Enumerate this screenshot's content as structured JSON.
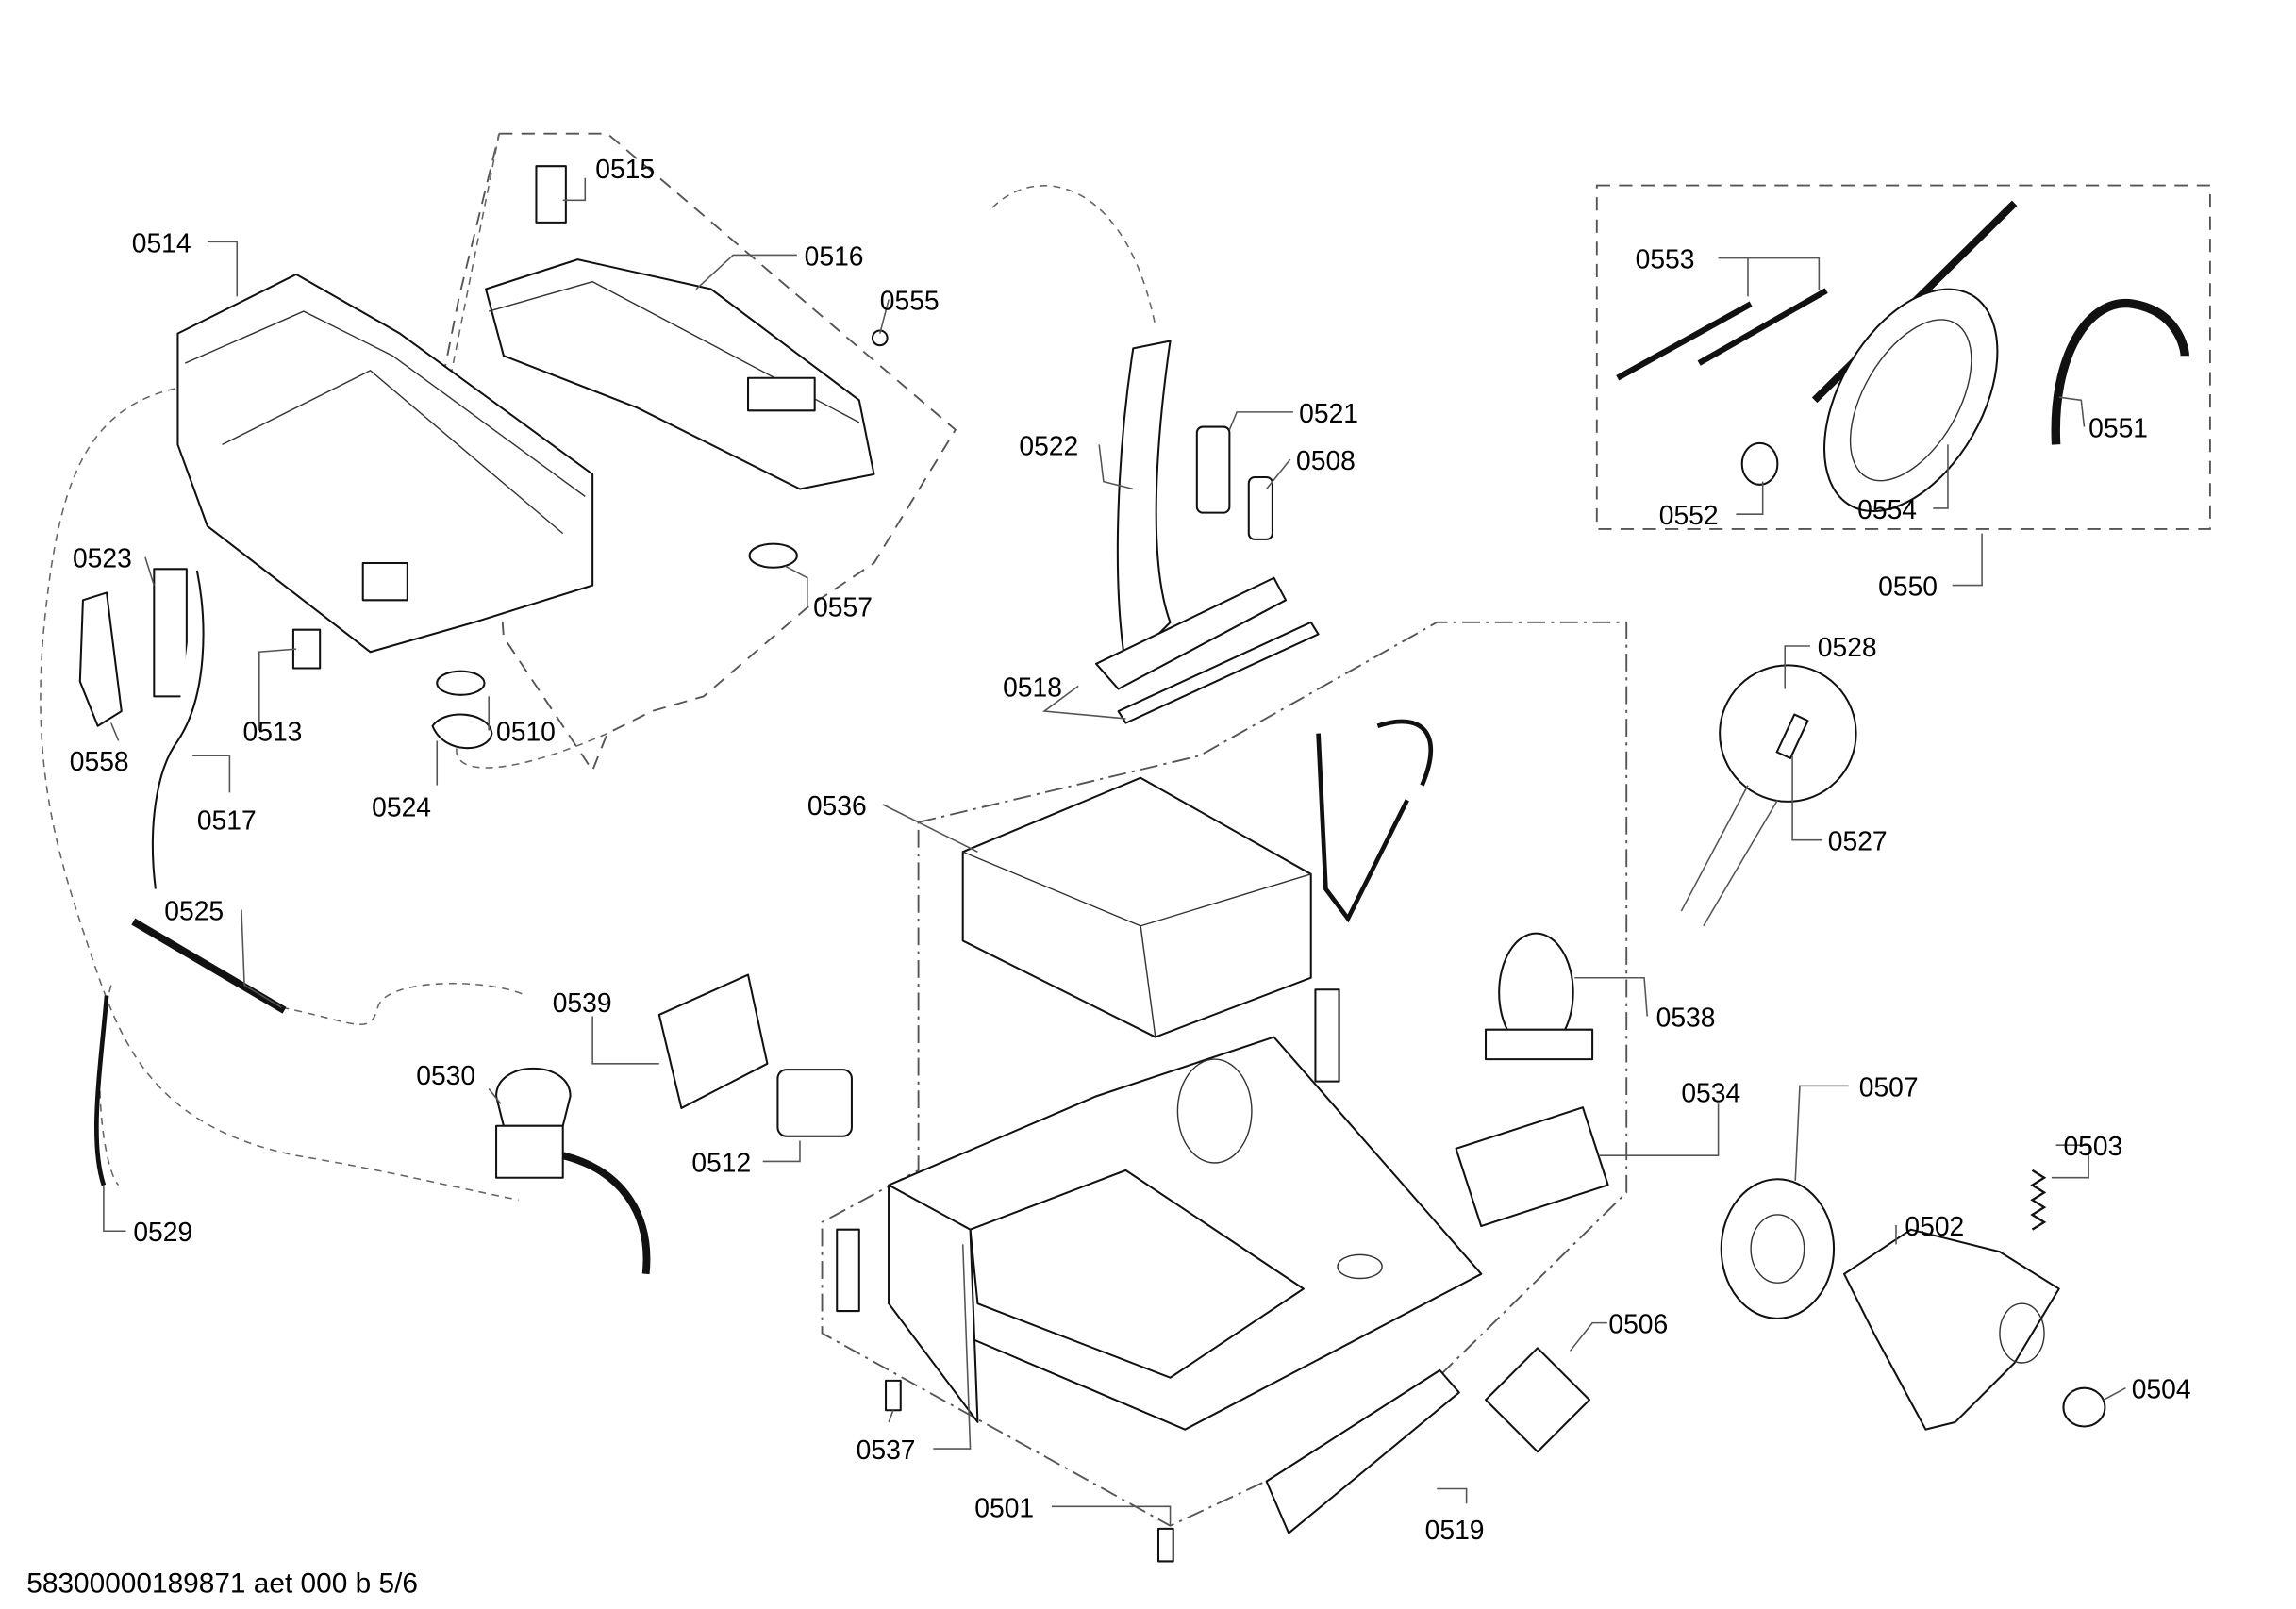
{
  "diagram": {
    "labels": {
      "p0501": "0501",
      "p0502": "0502",
      "p0503": "0503",
      "p0504": "0504",
      "p0506": "0506",
      "p0507": "0507",
      "p0508": "0508",
      "p0510": "0510",
      "p0512": "0512",
      "p0513": "0513",
      "p0514": "0514",
      "p0515": "0515",
      "p0516": "0516",
      "p0517": "0517",
      "p0518": "0518",
      "p0519": "0519",
      "p0521": "0521",
      "p0522": "0522",
      "p0523": "0523",
      "p0524": "0524",
      "p0525": "0525",
      "p0527": "0527",
      "p0528": "0528",
      "p0529": "0529",
      "p0530": "0530",
      "p0534": "0534",
      "p0536": "0536",
      "p0537": "0537",
      "p0538": "0538",
      "p0539": "0539",
      "p0550": "0550",
      "p0551": "0551",
      "p0552": "0552",
      "p0553": "0553",
      "p0554": "0554",
      "p0555": "0555",
      "p0557": "0557",
      "p0558": "0558"
    },
    "footer": "58300000189871 aet 000 b 5/6"
  }
}
